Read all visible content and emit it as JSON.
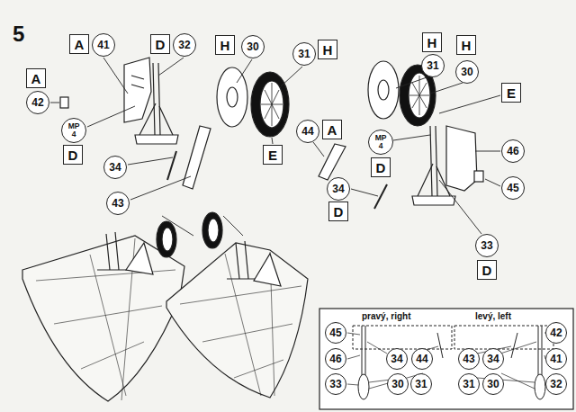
{
  "diagram": {
    "nodes": [
      {
        "text": [
          "A"
        ]
      },
      {
        "text": [
          "41"
        ]
      },
      {
        "text": [
          "D"
        ]
      },
      {
        "text": [
          "32"
        ]
      },
      {
        "text": [
          "A"
        ]
      },
      {
        "text": [
          "42"
        ]
      },
      {
        "text": [
          "MP 4"
        ]
      },
      {
        "text": [
          "D"
        ]
      },
      {
        "text": [
          "34"
        ]
      },
      {
        "text": [
          "43"
        ]
      },
      {
        "text": [
          "H"
        ]
      },
      {
        "text": [
          "30"
        ]
      },
      {
        "text": [
          "31"
        ]
      },
      {
        "text": [
          "H"
        ]
      },
      {
        "text": [
          "E"
        ]
      },
      {
        "text": [
          "H"
        ]
      },
      {
        "text": [
          "31"
        ]
      },
      {
        "text": [
          "H"
        ]
      },
      {
        "text": [
          "30"
        ]
      },
      {
        "text": [
          "E"
        ]
      },
      {
        "text": [
          "44"
        ]
      },
      {
        "text": [
          "A"
        ]
      },
      {
        "text": [
          "MP 4"
        ]
      },
      {
        "text": [
          "D"
        ]
      },
      {
        "text": [
          "46"
        ]
      },
      {
        "text": [
          "45"
        ]
      },
      {
        "text": [
          "34"
        ]
      },
      {
        "text": [
          "D"
        ]
      },
      {
        "text": [
          "33"
        ]
      },
      {
        "text": [
          "D"
        ]
      },
      {
        "text": [
          "45"
        ]
      },
      {
        "text": [
          "46"
        ]
      },
      {
        "text": [
          "34"
        ]
      },
      {
        "text": [
          "44"
        ]
      },
      {
        "text": [
          "33"
        ]
      },
      {
        "text": [
          "30"
        ]
      },
      {
        "text": [
          "31"
        ]
      },
      {
        "text": [
          "43"
        ]
      },
      {
        "text": [
          "34"
        ]
      },
      {
        "text": [
          "42"
        ]
      },
      {
        "text": [
          "41"
        ]
      },
      {
        "text": [
          "31"
        ]
      },
      {
        "text": [
          "30"
        ]
      },
      {
        "text": [
          "32"
        ]
      }
    ],
    "labels": [
      "5",
      "pravý, right",
      "levý, left"
    ]
  }
}
